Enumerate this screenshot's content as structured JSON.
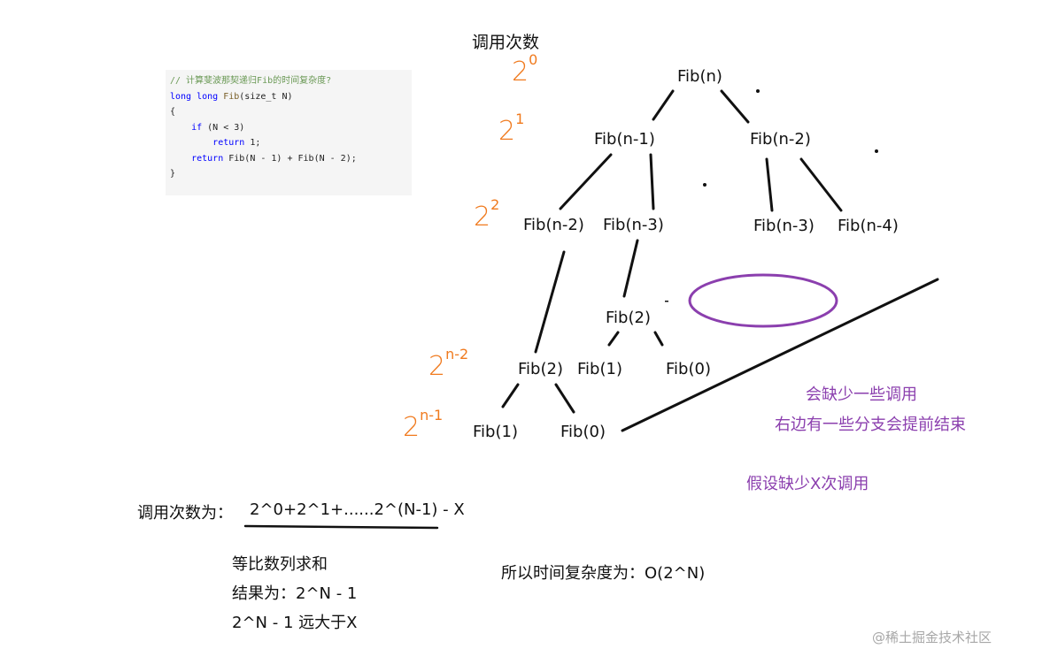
{
  "header": {
    "title": "调用次数"
  },
  "code": {
    "comment": "// 计算斐波那契递归Fib的时间复杂度?",
    "sig_type": "long long ",
    "sig_fn": "Fib",
    "sig_rest": "(size_t N)",
    "open_brace": "{",
    "if_kw": "if",
    "if_cond": " (N < 3)",
    "return_kw": "return",
    "return1": " 1;",
    "return_expr": " Fib(N - 1) + Fib(N - 2);",
    "close_brace": "}"
  },
  "tree": {
    "root": "Fib(n)",
    "l1_left": "Fib(n-1)",
    "l1_right": "Fib(n-2)",
    "l2_a": "Fib(n-2)",
    "l2_b": "Fib(n-3)",
    "l2_c": "Fib(n-3)",
    "l2_d": "Fib(n-4)",
    "mid_fib2": "Fib(2)",
    "mid_fib1": "Fib(1)",
    "mid_fib0": "Fib(0)",
    "low_fib2": "Fib(2)",
    "low_fib1": "Fib(1)",
    "low_fib0": "Fib(0)"
  },
  "powers": [
    {
      "base": "2",
      "exp": "0"
    },
    {
      "base": "2",
      "exp": "1"
    },
    {
      "base": "2",
      "exp": "2"
    },
    {
      "base": "2",
      "exp": "n-2"
    },
    {
      "base": "2",
      "exp": "n-1"
    }
  ],
  "notes": {
    "missing_calls": "会缺少一些调用",
    "right_branches": "右边有一些分支会提前结束",
    "assume_x": "假设缺少X次调用"
  },
  "formula": {
    "label": "调用次数为：",
    "expression": "2^0+2^1+......2^(N-1) - X"
  },
  "derivation": {
    "line1": "等比数列求和",
    "line2": "结果为：2^N - 1",
    "line3": "2^N - 1 远大于X"
  },
  "conclusion": "所以时间复杂度为：O(2^N)",
  "watermark": "@稀土掘金技术社区",
  "colors": {
    "orange": "#f07a1e",
    "purple": "#8b3fae",
    "ink": "#111111"
  }
}
